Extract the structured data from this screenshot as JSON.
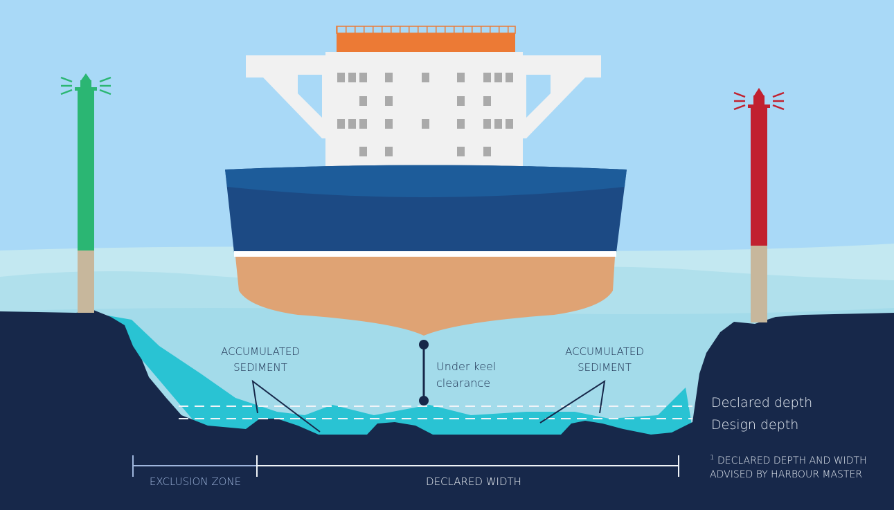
{
  "labels": {
    "sediment_left_line1": "ACCUMULATED",
    "sediment_left_line2": "SEDIMENT",
    "sediment_right_line1": "ACCUMULATED",
    "sediment_right_line2": "SEDIMENT",
    "ukc_line1": "Under keel",
    "ukc_line2": "clearance",
    "declared_depth": "Declared depth",
    "design_depth": "Design depth",
    "exclusion_zone": "EXCLUSION ZONE",
    "declared_width": "DECLARED WIDTH",
    "footnote_mark": "1",
    "footnote_line1": "DECLARED DEPTH AND WIDTH",
    "footnote_line2": "ADVISED BY HARBOUR MASTER"
  },
  "colors": {
    "sky": "#a9d9f7",
    "water_surface": "#bfe7f0",
    "water_deep": "#a3dbea",
    "seabed": "#17284a",
    "sediment": "#29c3d3",
    "hull_upper": "#1c4a84",
    "hull_lower": "#dfa374",
    "superstructure": "#f1f1f1",
    "funnel": "#ec7a35",
    "starboard_marker": "#2bb673",
    "port_marker": "#c1202f",
    "marker_base": "#c7b79c"
  }
}
